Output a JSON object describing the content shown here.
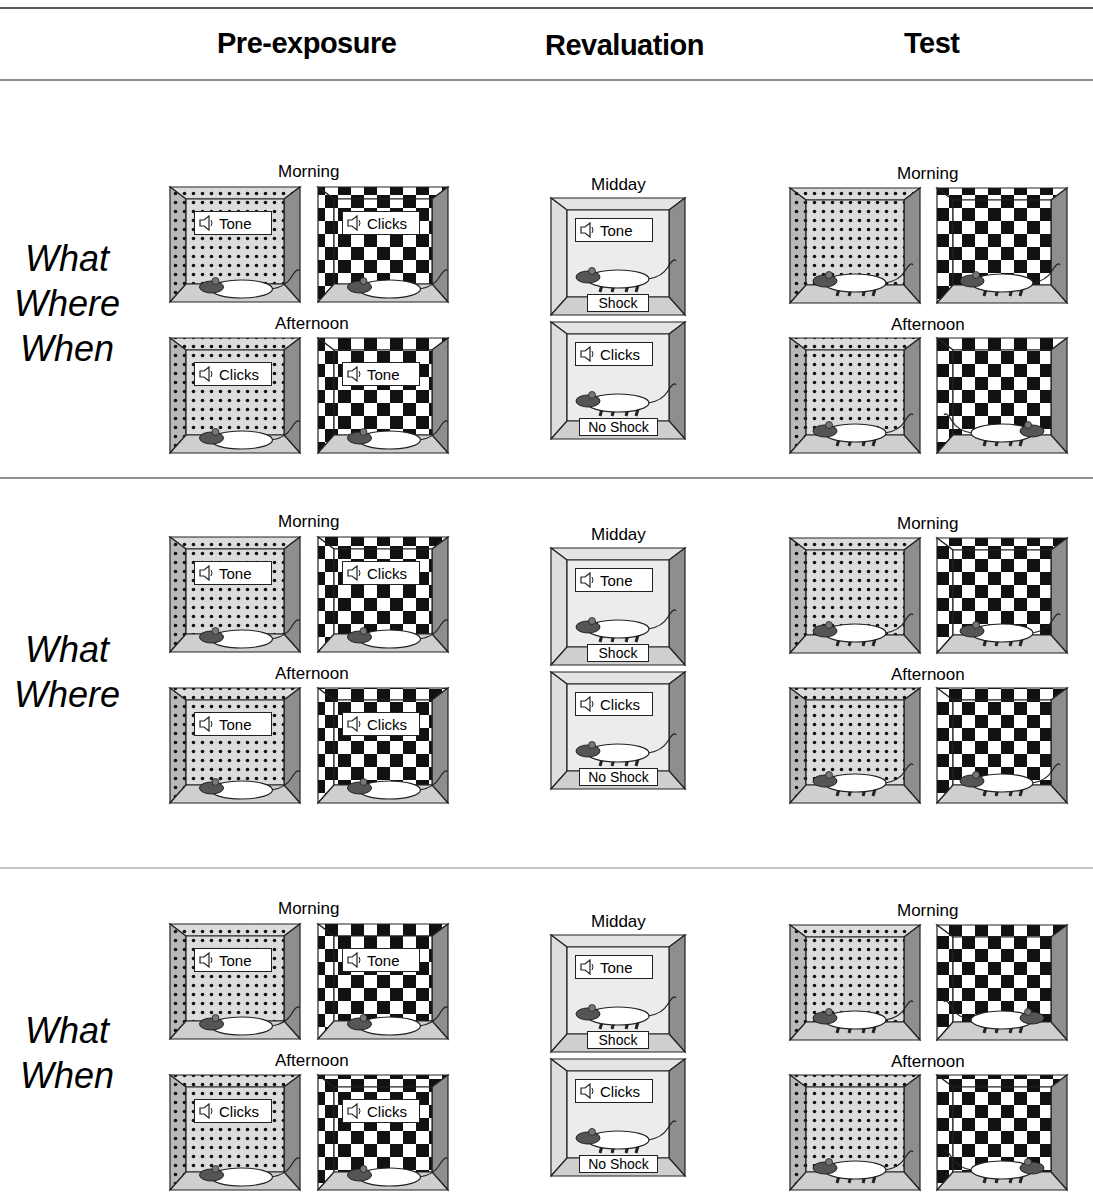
{
  "diagram": {
    "nodes": [
      {
        "text": [
          "Tone"
        ]
      },
      {
        "text": [
          "Clicks"
        ]
      },
      {
        "text": [
          "Clicks"
        ]
      },
      {
        "text": [
          "Tone"
        ]
      },
      {
        "text": [
          "Tone"
        ]
      },
      {
        "text": [
          "Shock"
        ]
      },
      {
        "text": [
          "Clicks"
        ]
      },
      {
        "text": [
          "No Shock"
        ]
      },
      {
        "text": [
          "Tone"
        ]
      },
      {
        "text": [
          "Clicks"
        ]
      },
      {
        "text": [
          "Tone"
        ]
      },
      {
        "text": [
          "Clicks"
        ]
      },
      {
        "text": [
          "Tone"
        ]
      },
      {
        "text": [
          "Shock"
        ]
      },
      {
        "text": [
          "Clicks"
        ]
      },
      {
        "text": [
          "No Shock"
        ]
      },
      {
        "text": [
          "Tone"
        ]
      },
      {
        "text": [
          "Tone"
        ]
      },
      {
        "text": [
          "Clicks"
        ]
      },
      {
        "text": [
          "Clicks"
        ]
      },
      {
        "text": [
          "Tone"
        ]
      },
      {
        "text": [
          "Shock"
        ]
      },
      {
        "text": [
          "Clicks"
        ]
      },
      {
        "text": [
          "No Shock"
        ]
      }
    ],
    "labels": [
      "Pre-exposure",
      "Revaluation",
      "Test",
      "What Where When",
      "Morning",
      "Afternoon",
      "Midday",
      "Morning",
      "Afternoon",
      "What Where",
      "Morning",
      "Afternoon",
      "Midday",
      "Morning",
      "Afternoon",
      "What When",
      "Morning",
      "Afternoon",
      "Midday",
      "Morning",
      "Afternoon"
    ]
  }
}
